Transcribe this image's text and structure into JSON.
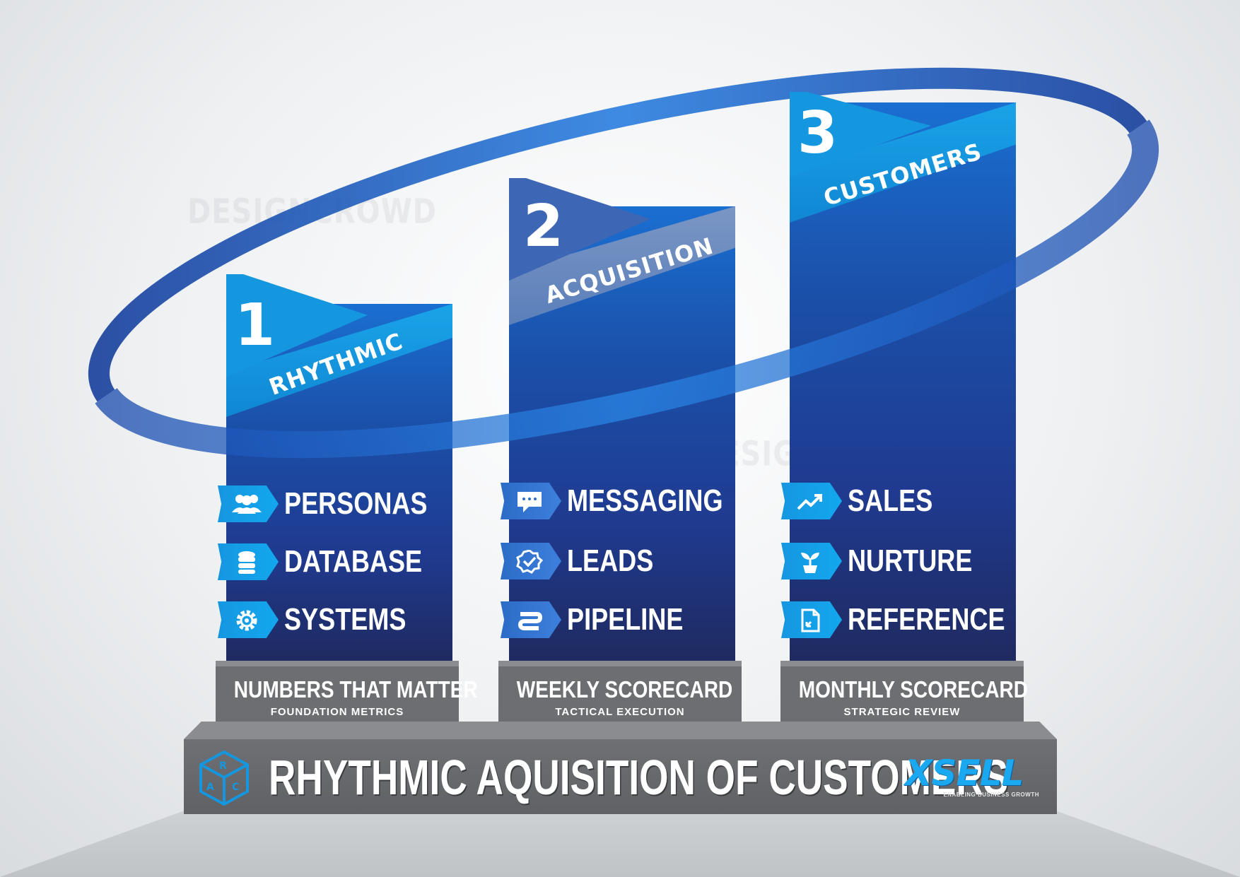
{
  "watermark": "DESIGNCROWD",
  "pillars": [
    {
      "number": "1",
      "label": "RHYTHMIC",
      "items": [
        {
          "label": "PERSONAS",
          "icon": "people-icon"
        },
        {
          "label": "DATABASE",
          "icon": "database-icon"
        },
        {
          "label": "SYSTEMS",
          "icon": "gear-icon"
        }
      ],
      "base_title": "NUMBERS THAT MATTER",
      "base_sub": "FOUNDATION METRICS"
    },
    {
      "number": "2",
      "label": "ACQUISITION",
      "items": [
        {
          "label": "MESSAGING",
          "icon": "chat-bubble-icon"
        },
        {
          "label": "LEADS",
          "icon": "verified-badge-icon"
        },
        {
          "label": "PIPELINE",
          "icon": "pipeline-icon"
        }
      ],
      "base_title": "WEEKLY SCORECARD",
      "base_sub": "TACTICAL EXECUTION"
    },
    {
      "number": "3",
      "label": "CUSTOMERS",
      "items": [
        {
          "label": "SALES",
          "icon": "trend-up-icon"
        },
        {
          "label": "NURTURE",
          "icon": "sprout-icon"
        },
        {
          "label": "REFERENCE",
          "icon": "document-icon"
        }
      ],
      "base_title": "MONTHLY SCORECARD",
      "base_sub": "STRATEGIC REVIEW"
    }
  ],
  "banner": {
    "title": "RHYTHMIC AQUISITION OF CUSTOMERS",
    "logo_left": {
      "letters": "RAC",
      "icon": "rac-cube-logo"
    },
    "logo_right": {
      "letters": "XSELL",
      "tagline": "ENABLING BUSINESS GROWTH"
    }
  },
  "colors": {
    "light_blue": "#1597e0",
    "mid_blue": "#1b4fa8",
    "navy": "#1f2a60",
    "grey_base": "#6c6e72",
    "ring": "#1e63c8"
  }
}
